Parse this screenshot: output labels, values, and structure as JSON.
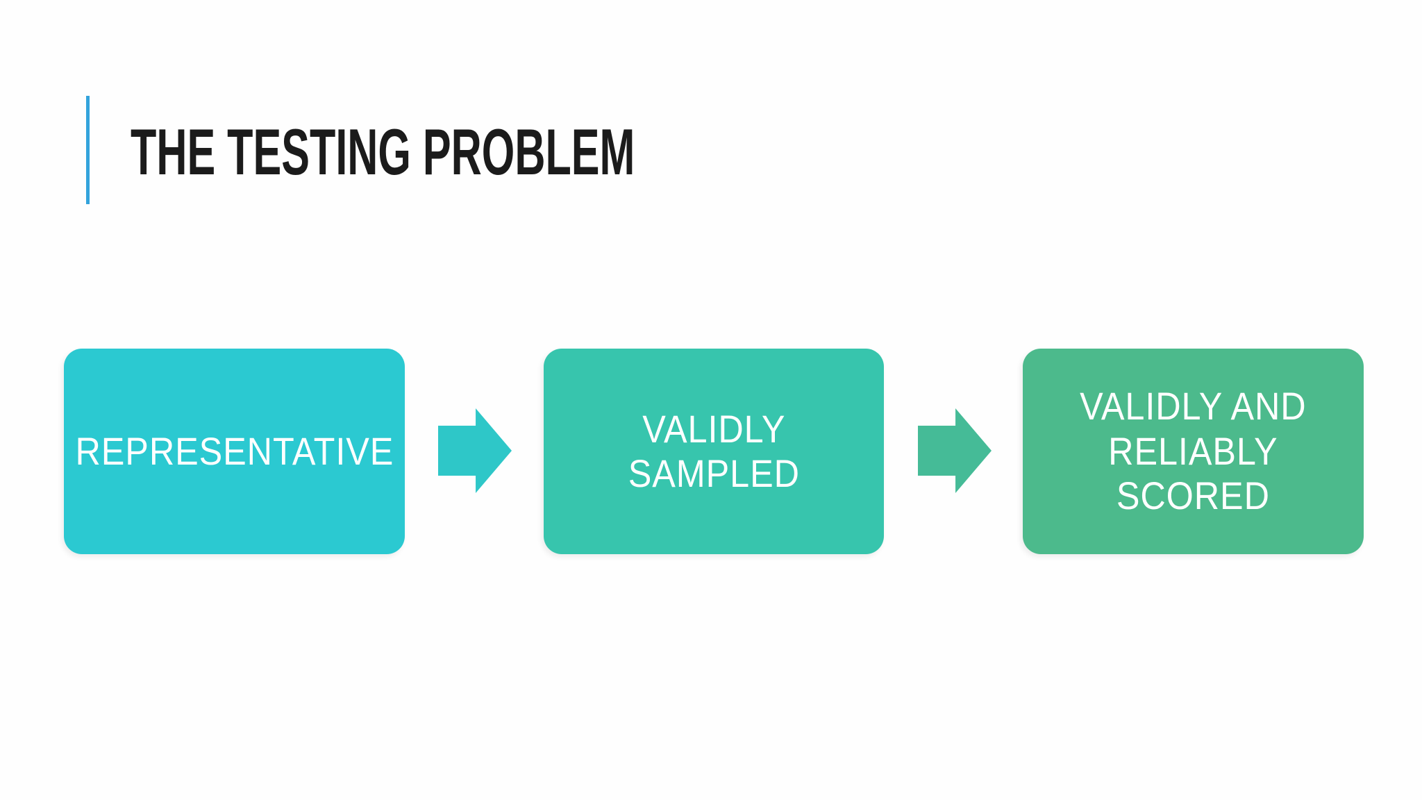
{
  "slide": {
    "title": "THE TESTING PROBLEM",
    "title_color": "#1B1B1B",
    "accent_bar_color": "#33A3DC",
    "background_color": "#FEFEFE"
  },
  "diagram": {
    "type": "process-flow",
    "text_color": "#FFFFFF",
    "steps": [
      {
        "label": "REPRESENTATIVE",
        "lines": [
          "REPRESENTATIVE"
        ],
        "color": "#2BC9D1"
      },
      {
        "label": "VALIDLY SAMPLED",
        "lines": [
          "VALIDLY",
          "SAMPLED"
        ],
        "color": "#37C5AD"
      },
      {
        "label": "VALIDLY AND RELIABLY SCORED",
        "lines": [
          "VALIDLY AND",
          "RELIABLY",
          "SCORED"
        ],
        "color": "#4CBA8C"
      }
    ],
    "connectors": [
      {
        "name": "arrow-1",
        "color": "#2EC7C8"
      },
      {
        "name": "arrow-2",
        "color": "#45BB97"
      }
    ]
  }
}
